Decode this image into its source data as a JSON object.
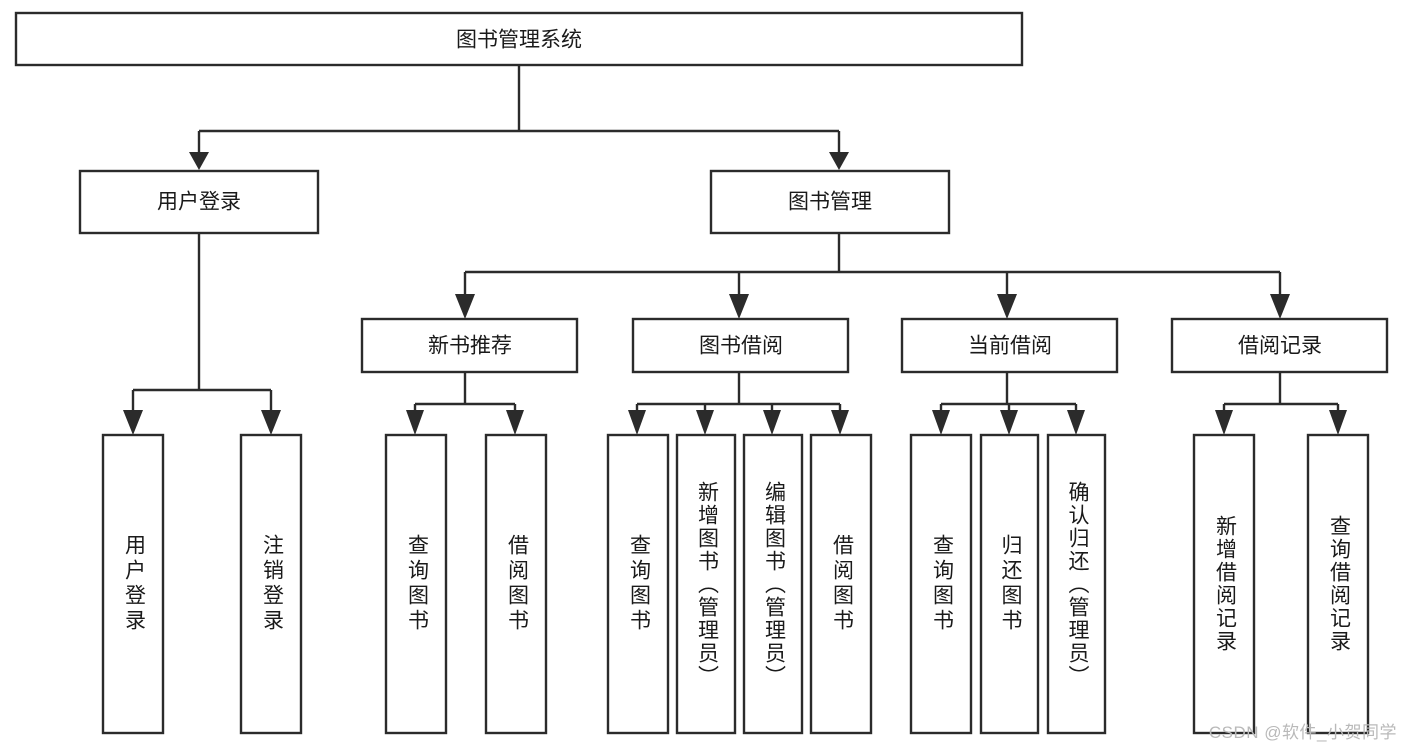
{
  "diagram": {
    "type": "tree-hierarchy",
    "orientation": "top-down",
    "title": "图书管理系统",
    "watermark": "CSDN @软件_小贺同学",
    "colors": {
      "background": "#ffffff",
      "box_fill": "#ffffff",
      "box_stroke": "#2b2b2b",
      "text": "#1a1a1a",
      "watermark": "#b9b9b9"
    },
    "root": {
      "label": "图书管理系统"
    },
    "level2": [
      {
        "label": "用户登录"
      },
      {
        "label": "图书管理"
      }
    ],
    "level3": [
      {
        "label": "新书推荐"
      },
      {
        "label": "图书借阅"
      },
      {
        "label": "当前借阅"
      },
      {
        "label": "借阅记录"
      }
    ],
    "leaves": {
      "user_login": [
        {
          "label": "用户登录"
        },
        {
          "label": "注销登录"
        }
      ],
      "new_book_recommend": [
        {
          "label": "查询图书"
        },
        {
          "label": "借阅图书"
        }
      ],
      "book_borrow": [
        {
          "label": "查询图书"
        },
        {
          "label": "新增图书（管理员）"
        },
        {
          "label": "编辑图书（管理员）"
        },
        {
          "label": "借阅图书"
        }
      ],
      "current_borrow": [
        {
          "label": "查询图书"
        },
        {
          "label": "归还图书"
        },
        {
          "label": "确认归还（管理员）"
        }
      ],
      "borrow_record": [
        {
          "label": "新增借阅记录"
        },
        {
          "label": "查询借阅记录"
        }
      ]
    }
  }
}
